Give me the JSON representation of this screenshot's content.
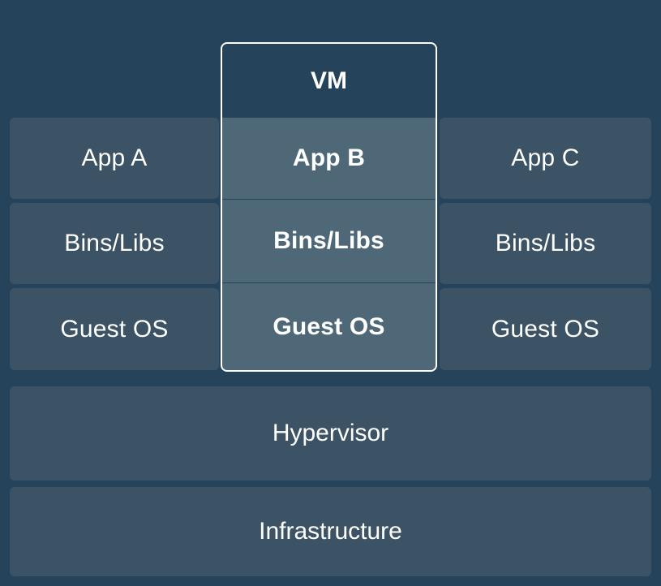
{
  "diagram": {
    "title": "VM",
    "type": "virtual-machine-stack-diagram",
    "colors": {
      "background": "#25435a",
      "cell": "#3c5365",
      "cell_highlight": "#4e6878",
      "text": "#ffffff",
      "frame_border": "#ffffff"
    },
    "vm_frame": {
      "label": "VM"
    },
    "columns": [
      {
        "id": "left",
        "highlighted": false,
        "cells": [
          {
            "row": "app",
            "label": "App A"
          },
          {
            "row": "bins",
            "label": "Bins/Libs"
          },
          {
            "row": "guest",
            "label": "Guest OS"
          }
        ]
      },
      {
        "id": "middle",
        "highlighted": true,
        "cells": [
          {
            "row": "app",
            "label": "App B"
          },
          {
            "row": "bins",
            "label": "Bins/Libs"
          },
          {
            "row": "guest",
            "label": "Guest OS"
          }
        ]
      },
      {
        "id": "right",
        "highlighted": false,
        "cells": [
          {
            "row": "app",
            "label": "App C"
          },
          {
            "row": "bins",
            "label": "Bins/Libs"
          },
          {
            "row": "guest",
            "label": "Guest OS"
          }
        ]
      }
    ],
    "base_layers": [
      {
        "id": "hypervisor",
        "label": "Hypervisor"
      },
      {
        "id": "infrastructure",
        "label": "Infrastructure"
      }
    ]
  }
}
